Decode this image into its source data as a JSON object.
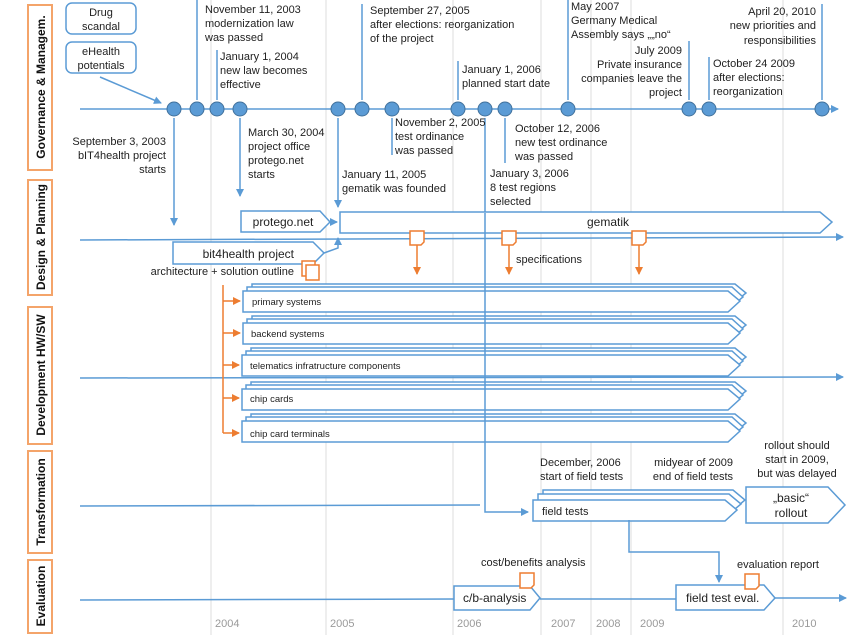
{
  "colors": {
    "timeline_blue": "#5b9bd5",
    "artifact_orange": "#ed7d31",
    "lane_border": "#f4a46a",
    "grid": "#dcdcdc",
    "year_text": "#9a9a9a"
  },
  "lanes": [
    {
      "label": "Governance & Managem."
    },
    {
      "label": "Design & Planning"
    },
    {
      "label": "Development HW/SW"
    },
    {
      "label": "Transformation"
    },
    {
      "label": "Evaluation"
    }
  ],
  "years": [
    "2004",
    "2005",
    "2006",
    "2007",
    "2008",
    "2009",
    "2010"
  ],
  "drivers": [
    {
      "lines": [
        "Drug",
        "scandal"
      ]
    },
    {
      "lines": [
        "eHealth",
        "potentials"
      ]
    }
  ],
  "events": [
    {
      "lines": [
        "September 3, 2003",
        "bIT4health project",
        "starts"
      ]
    },
    {
      "lines": [
        "November 11, 2003",
        "modernization law",
        "was passed"
      ]
    },
    {
      "lines": [
        "January 1, 2004",
        "new law becomes",
        "effective"
      ]
    },
    {
      "lines": [
        "March 30, 2004",
        "project office",
        "protego.net",
        "starts"
      ]
    },
    {
      "lines": [
        "January 11, 2005",
        "gematik was founded"
      ]
    },
    {
      "lines": [
        "September 27, 2005",
        "after elections: reorganization",
        "of the project"
      ]
    },
    {
      "lines": [
        "November 2, 2005",
        "test ordinance",
        "was passed"
      ]
    },
    {
      "lines": [
        "January 1, 2006",
        "planned start date"
      ]
    },
    {
      "lines": [
        "January 3, 2006",
        "8 test regions",
        "selected"
      ]
    },
    {
      "lines": [
        "October 12, 2006",
        "new test ordinance",
        "was passed"
      ]
    },
    {
      "lines": [
        "May 2007",
        "Germany Medical",
        "Assembly says „„no“"
      ]
    },
    {
      "lines": [
        "July 2009",
        "Private insurance",
        "companies leave the",
        "project"
      ]
    },
    {
      "lines": [
        "October 24 2009",
        "after elections:",
        "reorganization"
      ]
    },
    {
      "lines": [
        "April 20, 2010",
        "new priorities and",
        "responsibilities"
      ]
    }
  ],
  "design": {
    "protego": "protego.net",
    "gematik": "gematik",
    "bit4health": "bit4health project",
    "architecture": "architecture + solution outline",
    "specifications": "specifications"
  },
  "development": {
    "items": [
      "primary systems",
      "backend systems",
      "telematics infratructure components",
      "chip cards",
      "chip card terminals"
    ]
  },
  "transformation": {
    "field_tests": "field tests",
    "start_note": [
      "December, 2006",
      "start of field tests"
    ],
    "end_note": [
      "midyear of 2009",
      "end of field tests"
    ],
    "rollout_note": [
      "rollout should",
      "start in 2009,",
      "but was delayed"
    ],
    "rollout": [
      "„basic“",
      "rollout"
    ]
  },
  "evaluation": {
    "cb_analysis": "c/b-analysis",
    "cb_note": "cost/benefits analysis",
    "field_eval": "field test eval.",
    "eval_note": "evaluation report"
  }
}
